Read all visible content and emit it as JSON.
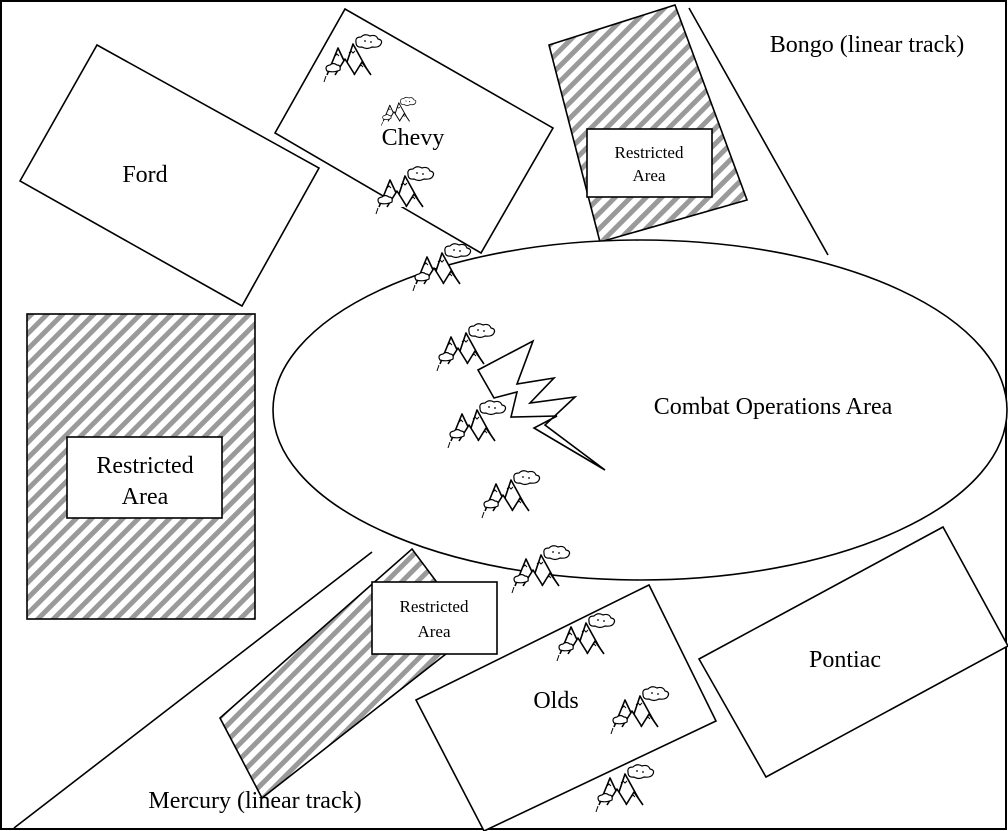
{
  "colors": {
    "stroke": "#000000",
    "background": "#ffffff",
    "restricted_hatch": "#9a9a9a"
  },
  "areas": {
    "ford": {
      "label": "Ford"
    },
    "chevy": {
      "label": "Chevy"
    },
    "pontiac": {
      "label": "Pontiac"
    },
    "olds": {
      "label": "Olds"
    },
    "combat": {
      "label": "Combat Operations Area"
    }
  },
  "tracks": {
    "bongo": {
      "label": "Bongo (linear track)"
    },
    "mercury": {
      "label": "Mercury (linear track)"
    }
  },
  "restricted": {
    "left": {
      "line1": "Restricted",
      "line2": "Area"
    },
    "top": {
      "line1": "Restricted",
      "line2": "Area"
    },
    "bottom": {
      "line1": "Restricted",
      "line2": "Area"
    }
  },
  "icons": {
    "terrain": "mountain-cloud-icon",
    "engagement": "lightning-bolt-icon"
  }
}
